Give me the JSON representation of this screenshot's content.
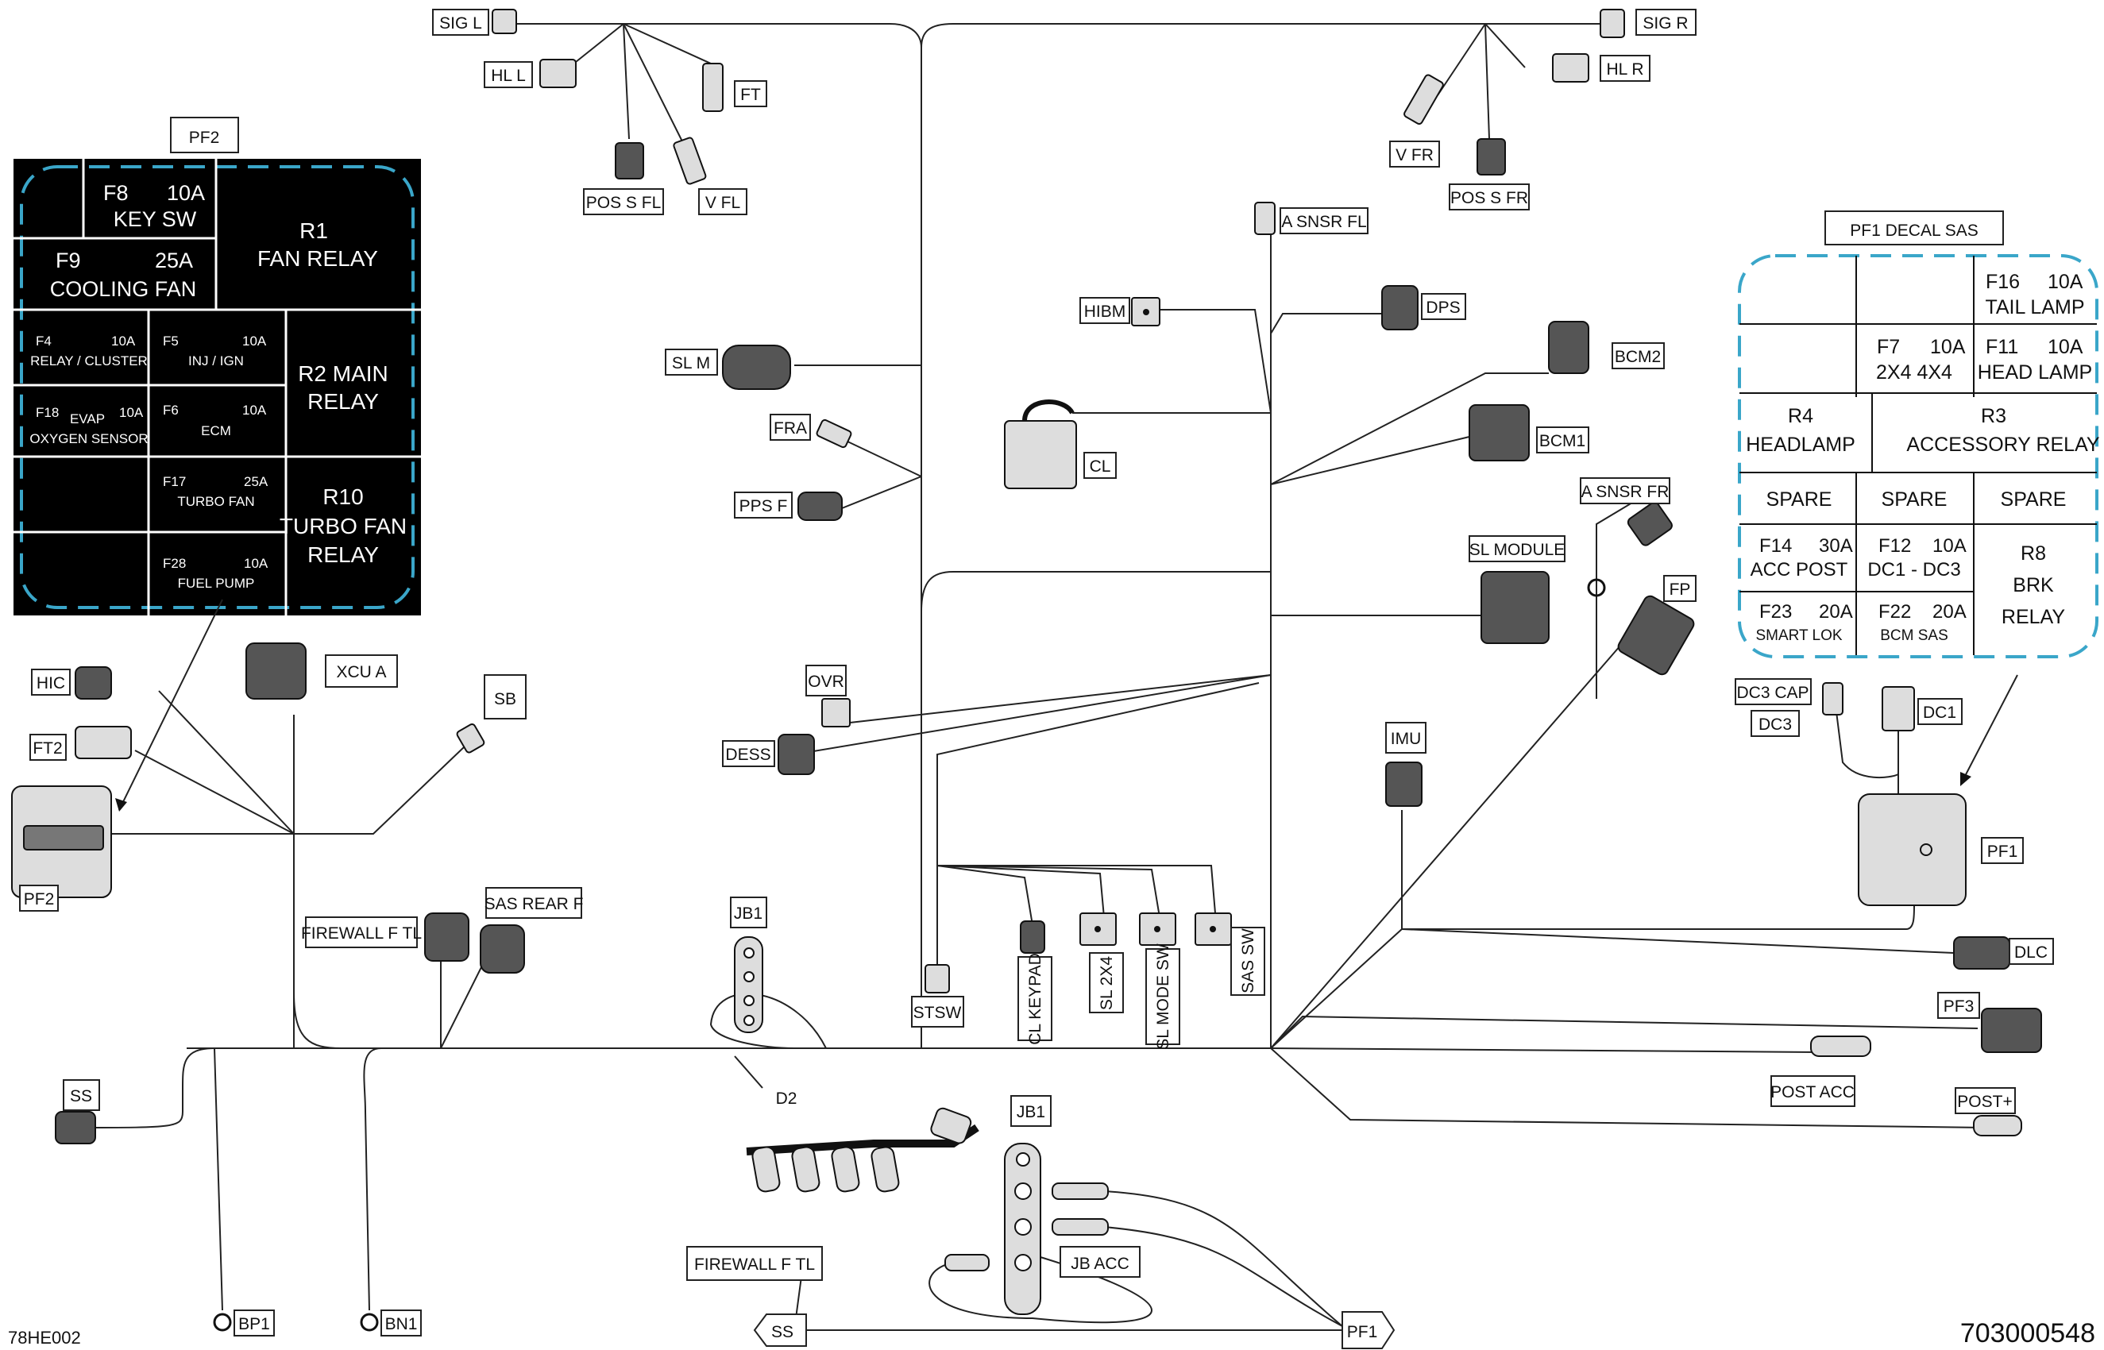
{
  "figure_id": "78HE002",
  "part_number": "703000548",
  "pf2_decal": {
    "title": "PF2",
    "cells": {
      "f8": {
        "code": "F8",
        "amp": "10A",
        "name": "KEY SW"
      },
      "f9": {
        "code": "F9",
        "amp": "25A",
        "name": "COOLING FAN"
      },
      "r1": {
        "code": "R1",
        "name": "FAN RELAY"
      },
      "f4": {
        "code": "F4",
        "amp": "10A",
        "name": "RELAY / CLUSTER"
      },
      "f5": {
        "code": "F5",
        "amp": "10A",
        "name": "INJ / IGN"
      },
      "r2": {
        "line1": "R2 MAIN",
        "line2": "RELAY"
      },
      "f18": {
        "code": "F18",
        "amp": "10A",
        "name1": "EVAP",
        "name2": "OXYGEN SENSOR"
      },
      "f6": {
        "code": "F6",
        "amp": "10A",
        "name": "ECM"
      },
      "f17": {
        "code": "F17",
        "amp": "25A",
        "name": "TURBO FAN"
      },
      "r10": {
        "line1": "R10",
        "line2": "TURBO FAN",
        "line3": "RELAY"
      },
      "f28": {
        "code": "F28",
        "amp": "10A",
        "name": "FUEL PUMP"
      }
    }
  },
  "pf1_decal": {
    "title": "PF1 DECAL SAS",
    "cells": {
      "f16": {
        "code": "F16",
        "amp": "10A",
        "name": "TAIL LAMP"
      },
      "f7": {
        "code": "F7",
        "amp": "10A",
        "name": "2X4 4X4"
      },
      "f11": {
        "code": "F11",
        "amp": "10A",
        "name": "HEAD LAMP"
      },
      "r4": {
        "code": "R4",
        "name": "HEADLAMP"
      },
      "r3": {
        "code": "R3",
        "name": "ACCESSORY RELAY"
      },
      "spare1": "SPARE",
      "spare2": "SPARE",
      "spare3": "SPARE",
      "f14": {
        "code": "F14",
        "amp": "30A",
        "name": "ACC POST"
      },
      "f12": {
        "code": "F12",
        "amp": "10A",
        "name": "DC1 - DC3"
      },
      "r8": {
        "line1": "R8",
        "line2": "BRK",
        "line3": "RELAY"
      },
      "f23": {
        "code": "F23",
        "amp": "20A",
        "name": "SMART LOK"
      },
      "f22": {
        "code": "F22",
        "amp": "20A",
        "name": "BCM SAS"
      }
    }
  },
  "labels": {
    "sig_l": "SIG L",
    "hl_l": "HL L",
    "ft": "FT",
    "pos_s_fl": "POS S FL",
    "v_fl": "V FL",
    "sig_r": "SIG R",
    "hl_r": "HL R",
    "v_fr": "V FR",
    "pos_s_fr": "POS S FR",
    "a_snsr_fl": "A SNSR FL",
    "hibm": "HIBM",
    "dps": "DPS",
    "bcm2": "BCM2",
    "bcm1": "BCM1",
    "sl_m": "SL M",
    "fra": "FRA",
    "pps_f": "PPS F",
    "cl": "CL",
    "a_snsr_fr": "A SNSR FR",
    "sl_module": "SL MODULE",
    "fp": "FP",
    "hic": "HIC",
    "xcu_a": "XCU A",
    "sb": "SB",
    "ft2": "FT2",
    "pf2": "PF2",
    "ovr": "OVR",
    "dess": "DESS",
    "imu": "IMU",
    "dc3_cap": "DC3 CAP",
    "dc3": "DC3",
    "dc1": "DC1",
    "pf1": "PF1",
    "dlc": "DLC",
    "pf3": "PF3",
    "post_acc": "POST ACC",
    "post_plus": "POST+",
    "firewall_f_tl": "FIREWALL F TL",
    "sas_rear_f": "SAS REAR F",
    "jb1": "JB1",
    "stsw": "STSW",
    "cl_keypad": "CL KEYPAD",
    "sl_2x4": "SL 2X4",
    "sl_mode_sw": "SL MODE SW",
    "sas_sw": "SAS SW",
    "ss": "SS",
    "d2": "D2",
    "jb1_lower": "JB1",
    "jb_acc": "JB ACC",
    "firewall_f_tl_lower": "FIREWALL F TL",
    "ss_bottom": "SS",
    "pf1_bottom": "PF1",
    "bp1": "BP1",
    "bn1": "BN1"
  }
}
